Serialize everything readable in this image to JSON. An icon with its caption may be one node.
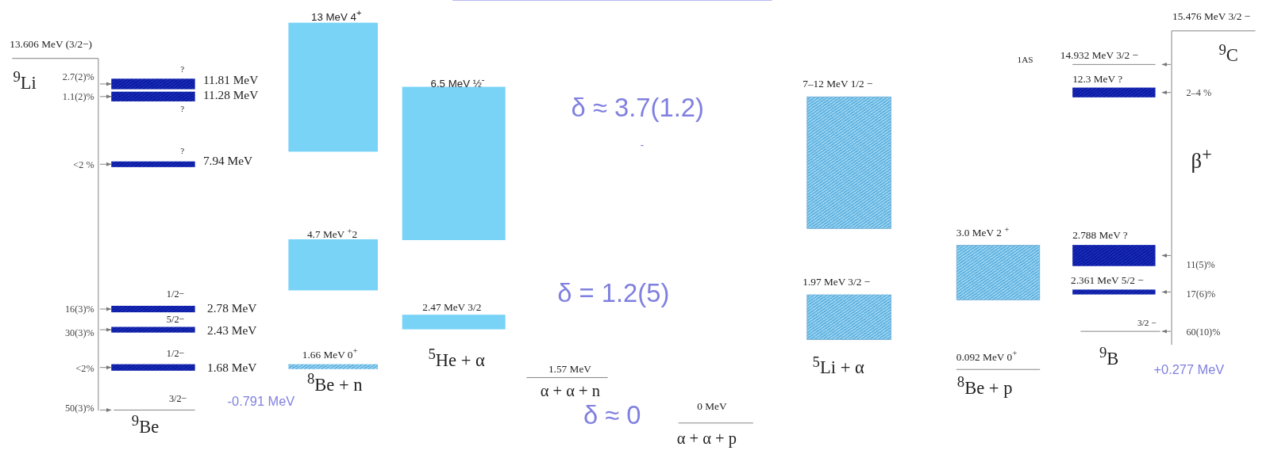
{
  "diagram": {
    "nodes": [
      {
        "text": [
          "13.606 MeV (3/2−)",
          "$^{9}$Li"
        ]
      },
      {
        "text": [
          "?",
          "11.81 MeV"
        ]
      },
      {
        "text": [
          "11.28 MeV",
          "?"
        ]
      },
      {
        "text": [
          "?",
          "7.94 MeV"
        ]
      },
      {
        "text": [
          "1/2−",
          "2.78 MeV"
        ]
      },
      {
        "text": [
          "5/2−",
          "2.43 MeV"
        ]
      },
      {
        "text": [
          "1/2−",
          "1.68 MeV"
        ]
      },
      {
        "text": [
          "3/2−",
          "$^{9}$Be"
        ]
      },
      {
        "text": [
          "13 MeV 4$^{+}$"
        ]
      },
      {
        "text": [
          "4.7 MeV $^{+}$2"
        ]
      },
      {
        "text": [
          "1.66 MeV 0$^{+}$",
          "$^{8}$Be + n"
        ]
      },
      {
        "text": [
          "6.5 MeV ½$^{-}$"
        ]
      },
      {
        "text": [
          "2.47 MeV 3/2",
          "$^{5}$He + α"
        ]
      },
      {
        "text": [
          "1.57 MeV",
          "α + α + n"
        ]
      },
      {
        "text": [
          "0 MeV",
          "α + α + p"
        ]
      },
      {
        "text": [
          "7–12 MeV 1/2 −"
        ]
      },
      {
        "text": [
          "1.97 MeV 3/2 −",
          "$^{5}$Li + α"
        ]
      },
      {
        "text": [
          "3.0 MeV 2 $^{+}$"
        ]
      },
      {
        "text": [
          "0.092 MeV 0$^{+}$",
          "$^{8}$Be + p"
        ]
      },
      {
        "text": [
          "15.476 MeV 3/2 −",
          "$^{9}$C",
          "β$^{+}$"
        ]
      },
      {
        "text": [
          "14.932 MeV 3/2 −"
        ]
      },
      {
        "text": [
          "12.3 MeV ?"
        ]
      },
      {
        "text": [
          "2.788 MeV ?"
        ]
      },
      {
        "text": [
          "2.361 MeV 5/2 −"
        ]
      },
      {
        "text": [
          "3/2 −",
          "$^{9}$B"
        ]
      }
    ],
    "edges": [
      {
        "from": 0,
        "to": 1,
        "arrow": "to",
        "label": "2.7(2)%"
      },
      {
        "from": 0,
        "to": 2,
        "arrow": "to",
        "label": "1.1(2)%"
      },
      {
        "from": 0,
        "to": 3,
        "arrow": "to",
        "label": "<2 %"
      },
      {
        "from": 0,
        "to": 4,
        "arrow": "to",
        "label": "16(3)%"
      },
      {
        "from": 0,
        "to": 5,
        "arrow": "to",
        "label": "30(3)%"
      },
      {
        "from": 0,
        "to": 6,
        "arrow": "to",
        "label": "<2%"
      },
      {
        "from": 0,
        "to": 7,
        "arrow": "to",
        "label": "50(3)%"
      },
      {
        "from": 19,
        "to": 20,
        "arrow": "to"
      },
      {
        "from": 19,
        "to": 21,
        "arrow": "to",
        "label": "2–4 %"
      },
      {
        "from": 19,
        "to": 22,
        "arrow": "to",
        "label": "11(5)%"
      },
      {
        "from": 19,
        "to": 23,
        "arrow": "to",
        "label": "17(6)%"
      },
      {
        "from": 19,
        "to": 24,
        "arrow": "to",
        "label": "60(10)%"
      }
    ],
    "labels": [
      "1AS",
      "δ ≈ 3.7(1.2)",
      "-",
      "δ = 1.2(5)",
      "-0.791 MeV",
      "δ ≈ 0",
      "+0.277 MeV"
    ]
  }
}
